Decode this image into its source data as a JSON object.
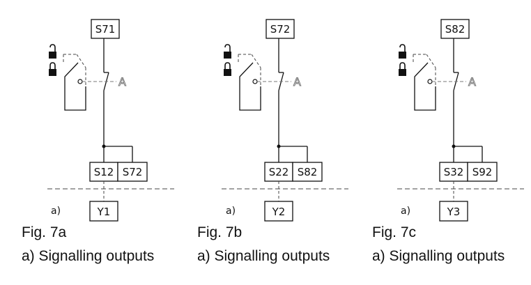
{
  "figures": [
    {
      "top_terminal": "S71",
      "bottom_terminals": [
        "S12",
        "S72"
      ],
      "output_terminal": "Y1",
      "side_label": "a)",
      "fig_label": "Fig. 7a",
      "caption": "a) Signalling outputs"
    },
    {
      "top_terminal": "S72",
      "bottom_terminals": [
        "S22",
        "S82"
      ],
      "output_terminal": "Y2",
      "side_label": "a)",
      "fig_label": "Fig. 7b",
      "caption": "a) Signalling outputs"
    },
    {
      "top_terminal": "S82",
      "bottom_terminals": [
        "S32",
        "S92"
      ],
      "output_terminal": "Y3",
      "side_label": "a)",
      "fig_label": "Fig. 7c",
      "caption": "a) Signalling outputs"
    }
  ],
  "actuator_symbol": "A",
  "icons": [
    "lock-open-icon",
    "lock-closed-icon"
  ]
}
